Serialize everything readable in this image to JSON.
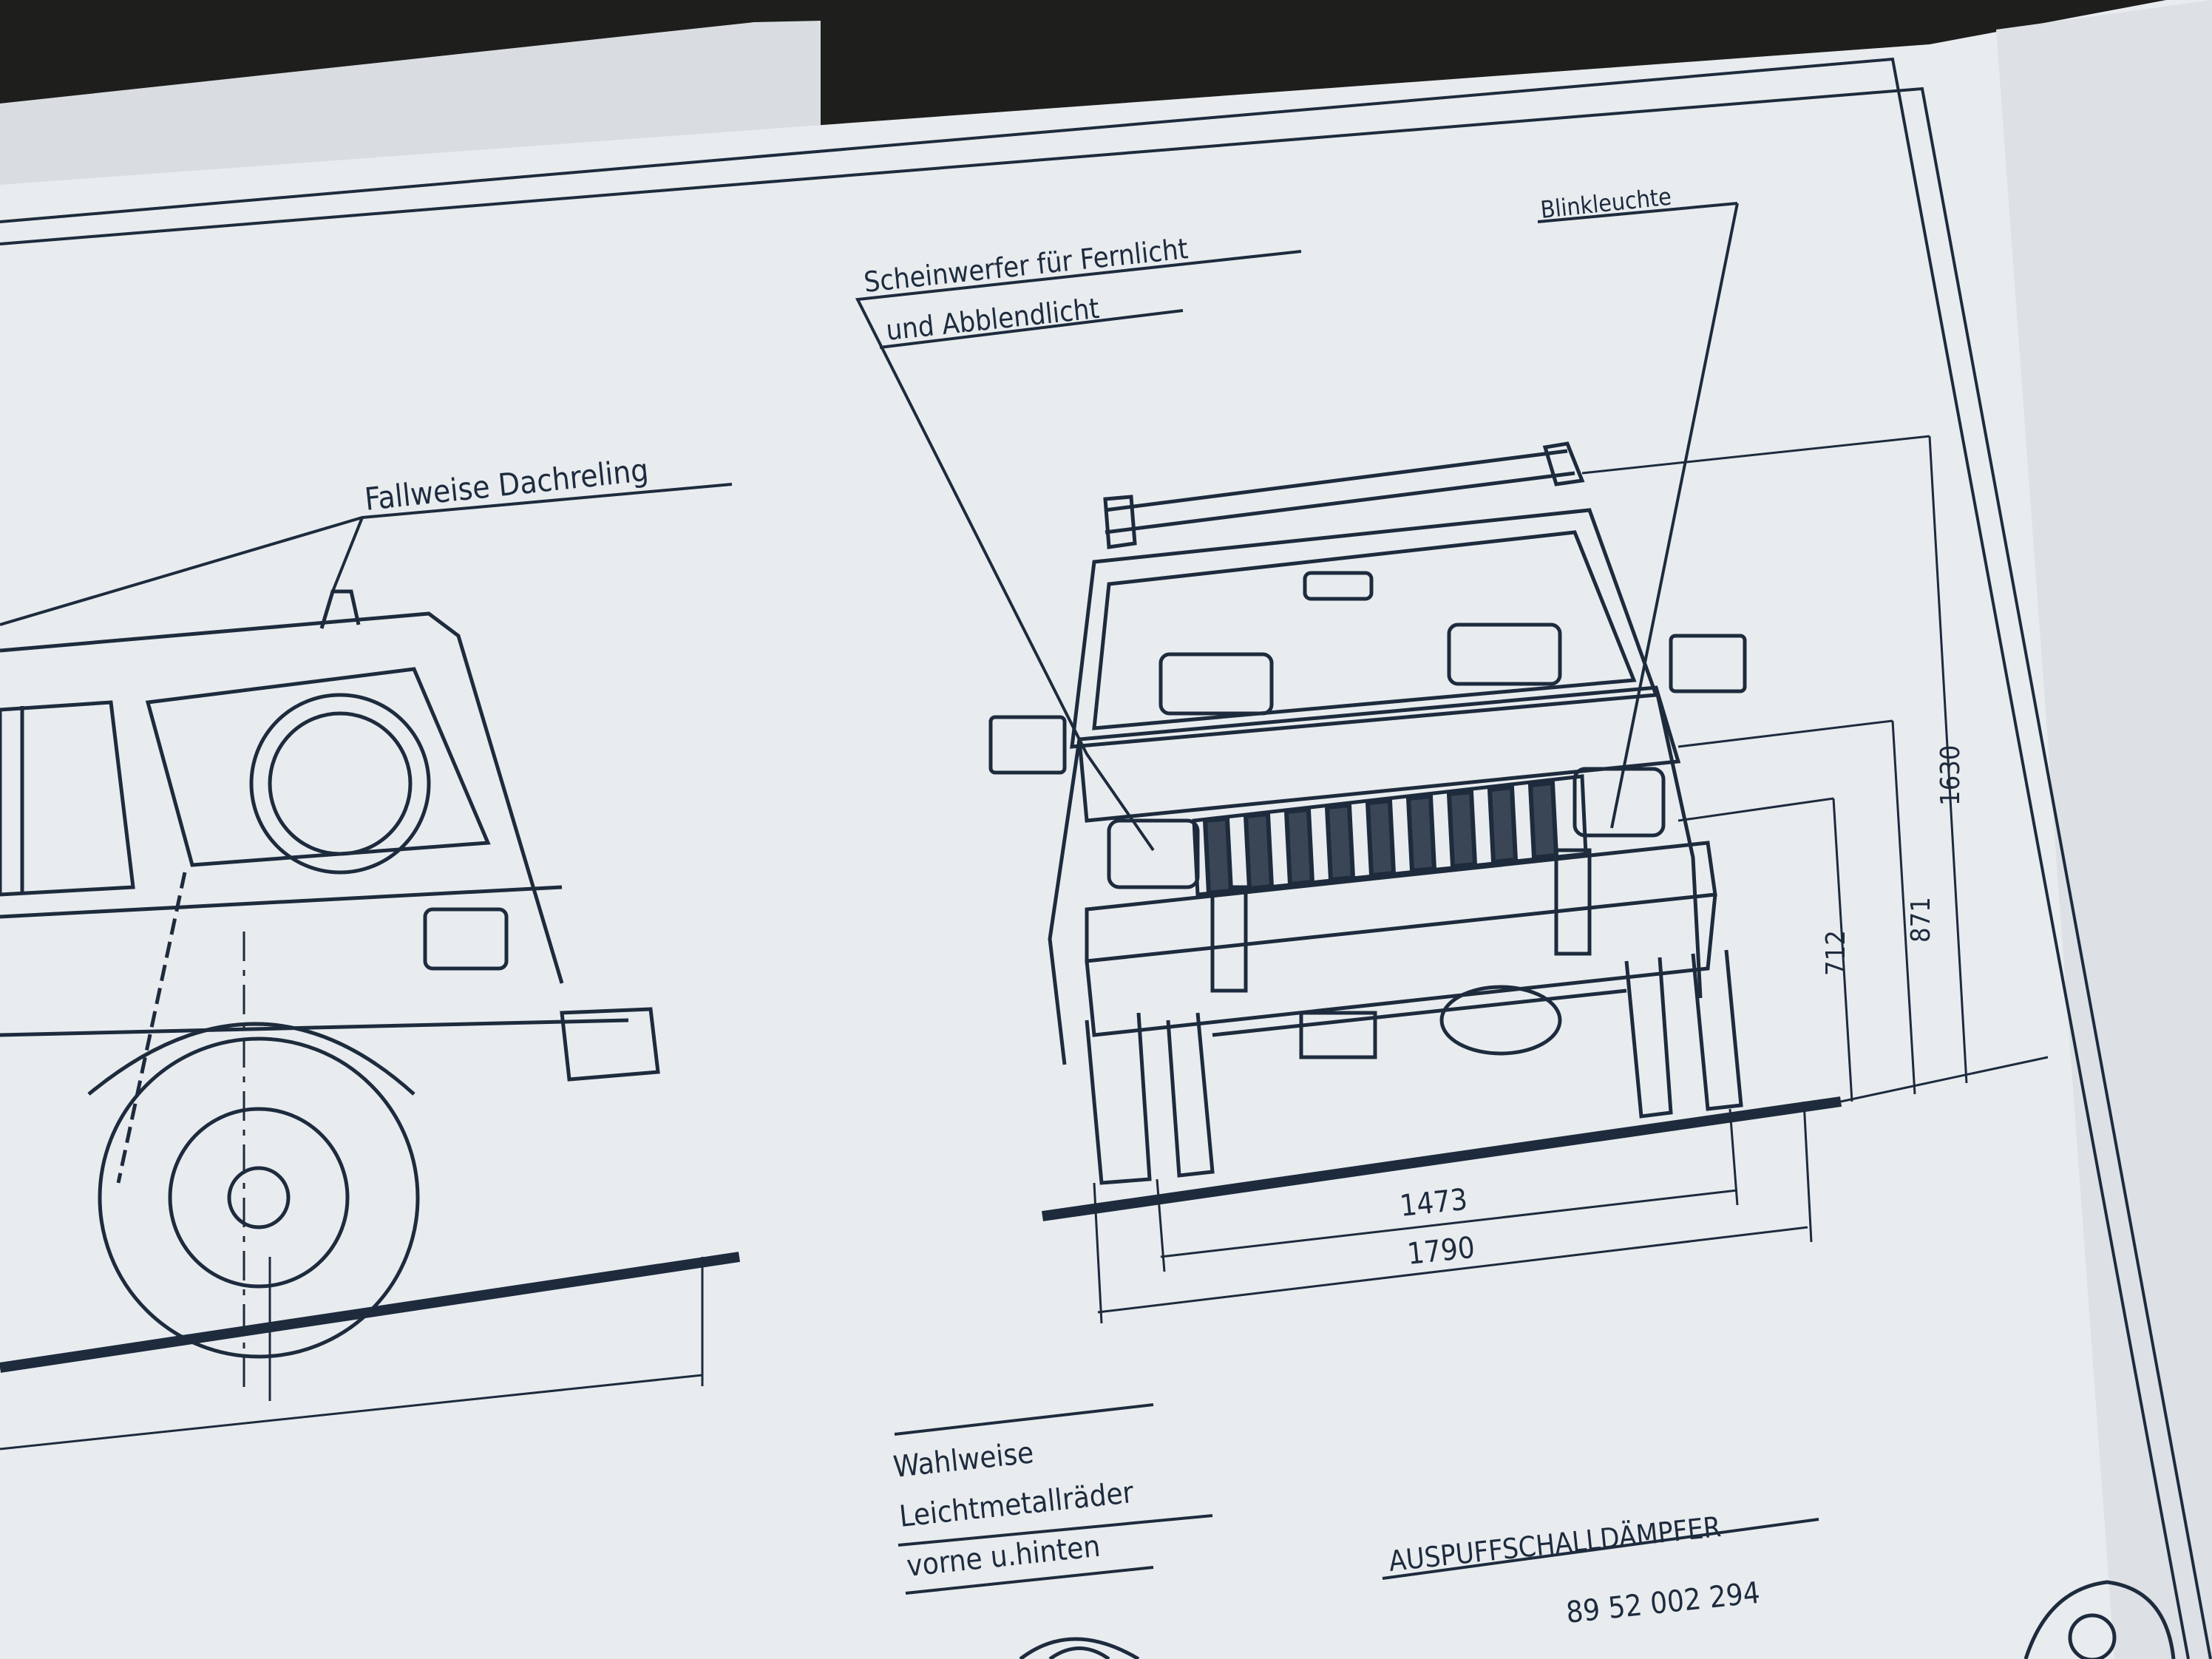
{
  "labels": {
    "headlight_line1": "Scheinwerfer für Fernlicht",
    "headlight_line2": "und Abblendlicht",
    "turn_signal": "Blinkleuchte",
    "roof_rail": "Fallweise Dachreling",
    "wheels_line1": "Wahlweise",
    "wheels_line2": "Leichtmetallräder",
    "wheels_line3": "vorne u.hinten",
    "exhaust": "AUSPUFFSCHALLDÄMPFER",
    "part_number": "89 52 002 294"
  },
  "dimensions": {
    "total_height": "1630",
    "height_871": "871",
    "height_712": "712",
    "track_width": "1473",
    "overall_width": "1790"
  },
  "colors": {
    "paper": "#e9ecef",
    "ink": "#1d2b3d",
    "background": "#1e1e1c"
  }
}
